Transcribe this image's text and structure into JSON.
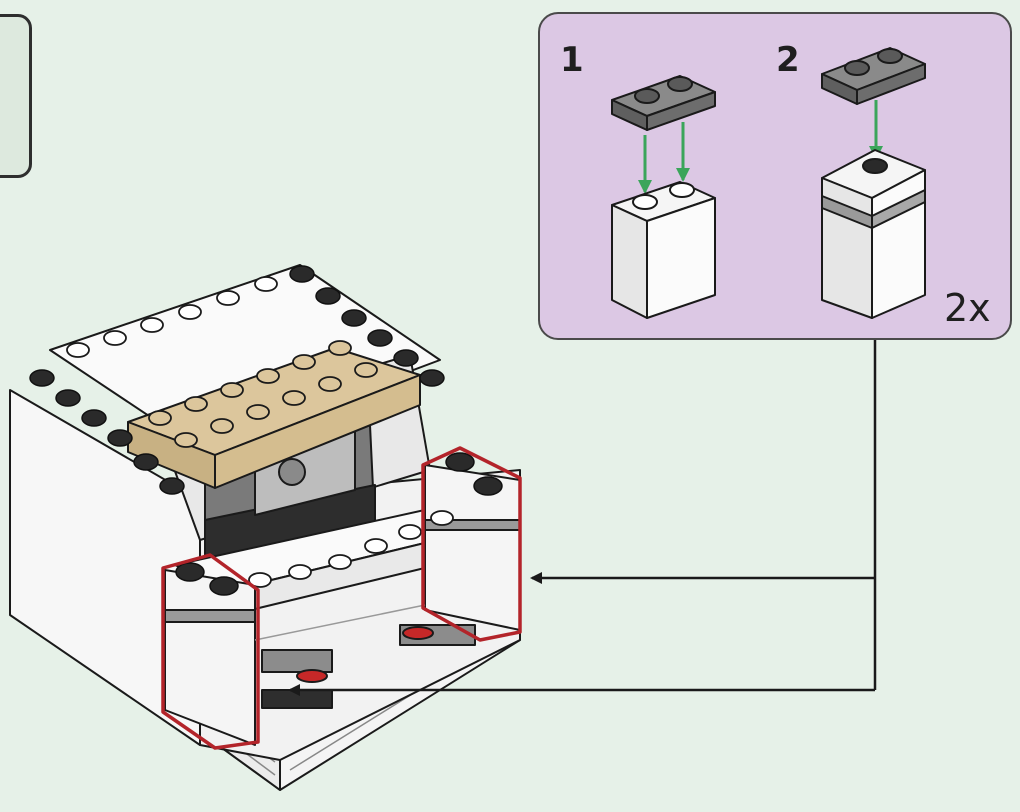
{
  "callout": {
    "substeps": [
      {
        "number": "1"
      },
      {
        "number": "2"
      }
    ],
    "multiplier": "2x"
  },
  "colors": {
    "background": "#e6f1e8",
    "callout_fill": "#dcc8e4",
    "highlight_outline": "#b3242a",
    "arrow_green": "#3aa55a",
    "tan_plate": "#d9c296",
    "dark_gray": "#5f5f5f",
    "stud_black": "#2a2a2a"
  },
  "icons": [
    "brick-1x2-white",
    "plate-1x2-dark-gray",
    "brick-1x1-white-with-plate",
    "insert-arrow",
    "pointer-arrow"
  ]
}
